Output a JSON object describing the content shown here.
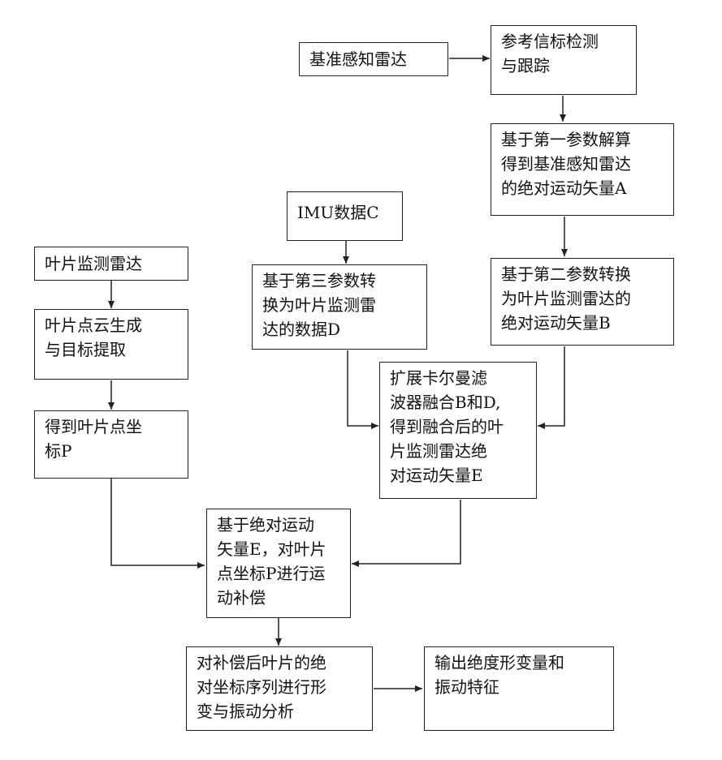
{
  "nodes": {
    "ref_radar": "基准感知雷达",
    "beacon_track": "参考信标检测\n与跟踪",
    "solve_A": "基于第一参数解算\n得到基准感知雷达\n的绝对运动矢量A",
    "imu_data": "IMU数据C",
    "convert_B": "基于第二参数转换\n为叶片监测雷达的\n绝对运动矢量B",
    "convert_D": "基于第三参数转\n换为叶片监测雷\n达的数据D",
    "blade_radar": "叶片监测雷达",
    "pointcloud": "叶片点云生成\n与目标提取",
    "ekf_fusion": "扩展卡尔曼滤\n波器融合B和D,\n得到融合后的叶\n片监测雷达绝\n对运动矢量E",
    "blade_coords": "得到叶片点坐\n标P",
    "motion_comp": "基于绝对运动\n矢量E，对叶片\n点坐标P进行运\n动补偿",
    "deform_analysis": "对补偿后叶片的绝\n对坐标序列进行形\n变与振动分析",
    "output": "输出绝度形变量和\n振动特征"
  }
}
